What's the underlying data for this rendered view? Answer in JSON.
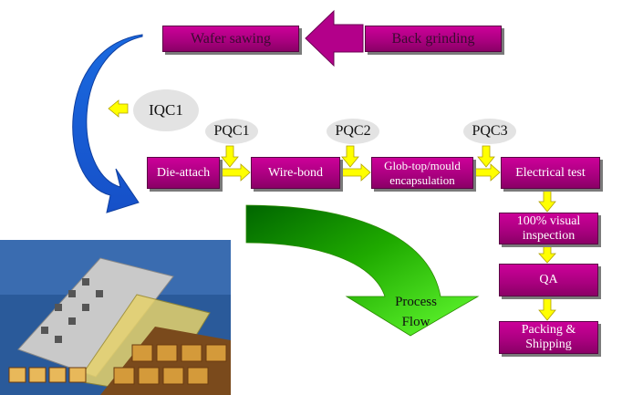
{
  "top_row": {
    "back_grinding": "Back grinding",
    "wafer_sawing": "Wafer sawing"
  },
  "qc": {
    "iqc1": "IQC1",
    "pqc1": "PQC1",
    "pqc2": "PQC2",
    "pqc3": "PQC3"
  },
  "process_row": {
    "die_attach": "Die-attach",
    "wire_bond": "Wire-bond",
    "glob_top": "Glob-top/mould\nencapsulation",
    "electrical_test": "Electrical test"
  },
  "vertical_chain": {
    "visual_inspection": "100% visual\ninspection",
    "qa": "QA",
    "packing": "Packing &\nShipping"
  },
  "flow_label": "Process\nFlow",
  "colors": {
    "box_magenta": "#b3008a",
    "arrow_yellow": "#ffff00",
    "arrow_magenta": "#b3008a",
    "arc_blue": "#1f5fd6",
    "flow_green": "#33cc00",
    "bubble_gray": "#e3e3e3"
  }
}
